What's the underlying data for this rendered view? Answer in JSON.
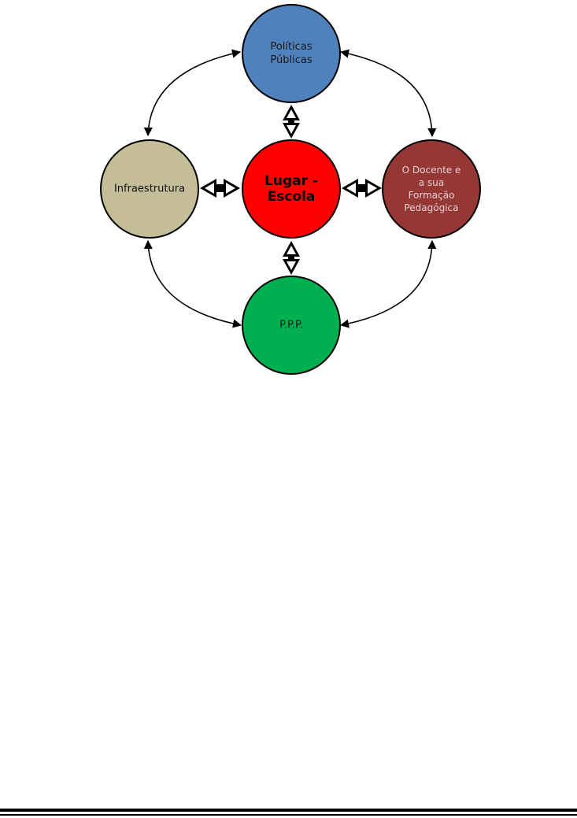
{
  "diagram": {
    "nodes": [
      {
        "id": "center",
        "lines": [
          "Lugar -",
          "Escola"
        ],
        "color": "#ff0000",
        "text_color": "#000000",
        "bold": true
      },
      {
        "id": "top",
        "lines": [
          "Políticas",
          "Públicas"
        ],
        "color": "#4f81bd",
        "text_color": "#1a1a1a",
        "bold": false
      },
      {
        "id": "left",
        "lines": [
          "Infraestrutura"
        ],
        "color": "#c4bd97",
        "text_color": "#111111",
        "bold": false
      },
      {
        "id": "right",
        "lines": [
          "O Docente e",
          "a sua",
          "Formação",
          "Pedagógica"
        ],
        "color": "#953735",
        "text_color": "#e8d0d0",
        "bold": false
      },
      {
        "id": "bottom",
        "lines": [
          "P.P.P."
        ],
        "color": "#00b050",
        "text_color": "#1a1a1a",
        "bold": false
      }
    ],
    "edge_color": "#000000"
  }
}
